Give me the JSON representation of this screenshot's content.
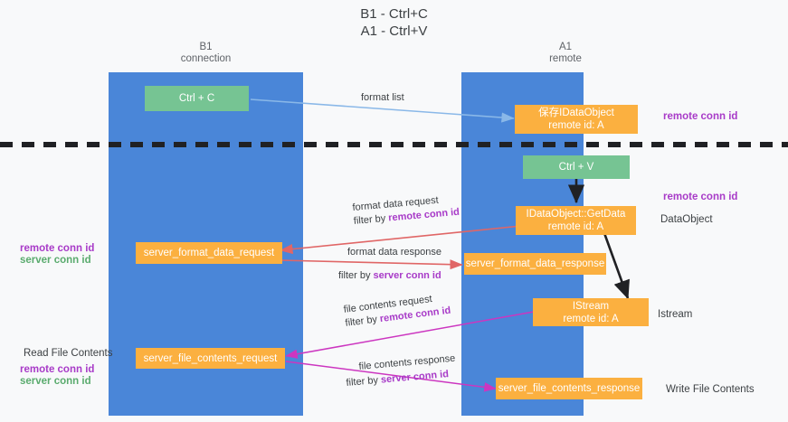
{
  "title": "B1 - Ctrl+C\nA1 - Ctrl+V",
  "colors": {
    "lane": "#4a86d8",
    "node_green": "#76c493",
    "node_orange": "#fbb040",
    "highlight_purple": "#a83bc8",
    "highlight_green": "#5aab6e",
    "arrow_blue": "#8ab8e8",
    "arrow_red": "#e06666",
    "arrow_magenta": "#cc36c0",
    "arrow_black": "#202124",
    "background": "#f8f9fa"
  },
  "columns": [
    {
      "id": "b1",
      "name": "B1",
      "role": "connection"
    },
    {
      "id": "a1",
      "name": "A1",
      "role": "remote"
    }
  ],
  "nodes": [
    {
      "id": "ctrl-c",
      "lane": "b1",
      "label": "Ctrl + C",
      "style": "green"
    },
    {
      "id": "idataobject",
      "lane": "a1",
      "label": "保存IDataObject\nremote id: A",
      "style": "orange"
    },
    {
      "id": "ctrl-v",
      "lane": "a1",
      "label": "Ctrl + V",
      "style": "green"
    },
    {
      "id": "getdata",
      "lane": "a1",
      "label": "IDataObject::GetData\nremote id: A",
      "style": "orange"
    },
    {
      "id": "server-format-data-request",
      "lane": "b1",
      "label": "server_format_data_request",
      "style": "orange"
    },
    {
      "id": "server-format-data-response",
      "lane": "a1",
      "label": "server_format_data_response",
      "style": "orange"
    },
    {
      "id": "istream",
      "lane": "a1",
      "label": "IStream\nremote id: A",
      "style": "orange"
    },
    {
      "id": "server-file-contents-request",
      "lane": "b1",
      "label": "server_file_contents_request",
      "style": "orange"
    },
    {
      "id": "server-file-contents-response",
      "lane": "a1",
      "label": "server_file_contents_response",
      "style": "orange"
    }
  ],
  "edge_labels": {
    "format_list": "format list",
    "format_data_request": "format data request",
    "format_data_request_filter_prefix": "filter by ",
    "format_data_request_filter_key": "remote conn id",
    "format_data_response": "format data response",
    "format_data_response_filter_prefix": "filter by ",
    "format_data_response_filter_key": "server conn id",
    "file_contents_request": "file contents request",
    "file_contents_request_filter_prefix": "filter by ",
    "file_contents_request_filter_key": "remote conn id",
    "file_contents_response": "file contents response",
    "file_contents_response_filter_prefix": "filter by ",
    "file_contents_response_filter_key": "server conn id"
  },
  "annotations_right": [
    {
      "id": "ann-remote-conn-id-1",
      "text": "remote conn id",
      "style": "purple-bold"
    },
    {
      "id": "ann-remote-conn-id-2",
      "text": "remote conn id",
      "style": "purple-bold"
    },
    {
      "id": "ann-dataobject",
      "text": "DataObject",
      "style": "dark"
    },
    {
      "id": "ann-istream",
      "text": "Istream",
      "style": "dark"
    },
    {
      "id": "ann-write-file",
      "text": "Write File Contents",
      "style": "dark"
    }
  ],
  "annotations_left": [
    {
      "id": "ann-left-remote-conn-id-1",
      "text": "remote conn id",
      "style": "purple-bold"
    },
    {
      "id": "ann-left-server-conn-id-1",
      "text": "server conn id",
      "style": "green-bold"
    },
    {
      "id": "ann-read-file",
      "text": "Read File Contents",
      "style": "dark"
    },
    {
      "id": "ann-left-remote-conn-id-2",
      "text": "remote conn id",
      "style": "purple-bold"
    },
    {
      "id": "ann-left-server-conn-id-2",
      "text": "server conn id",
      "style": "green-bold"
    }
  ]
}
